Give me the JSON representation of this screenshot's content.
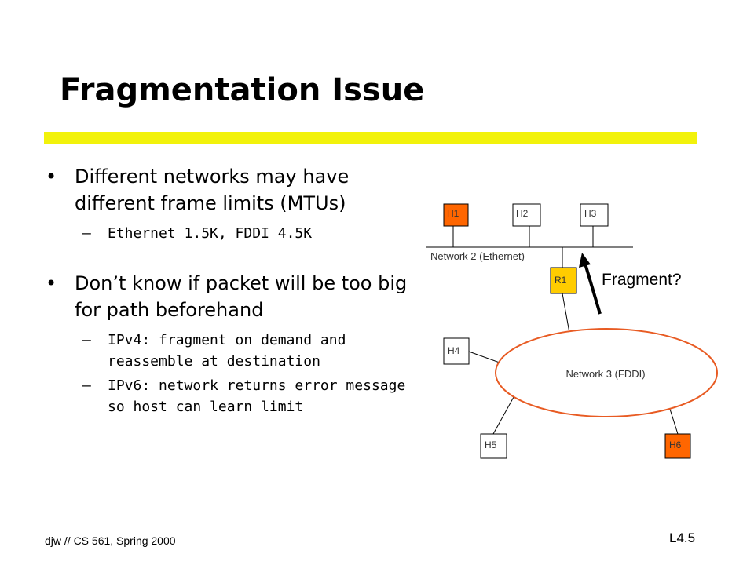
{
  "slide": {
    "title": "Fragmentation Issue",
    "accent_color": "#f2f20b",
    "bullets": [
      {
        "text": "Different networks may have different frame limits (MTUs)",
        "subs": [
          "Ethernet 1.5K, FDDI 4.5K"
        ]
      },
      {
        "text": "Don’t know if packet will be too big for path beforehand",
        "subs": [
          "IPv4: fragment on demand and reassemble at destination",
          "IPv6: network returns error message so host can learn limit"
        ]
      }
    ],
    "bullet_glyph": "•",
    "sub_glyph": "–"
  },
  "diagram": {
    "hosts": {
      "h1": "H1",
      "h2": "H2",
      "h3": "H3",
      "r1": "R1",
      "h4": "H4",
      "h5": "H5",
      "h6": "H6"
    },
    "network2_label": "Network 2 (Ethernet)",
    "network3_label": "Network 3 (FDDI)",
    "fragment_label": "Fragment?",
    "colors": {
      "host_orange": "#ff6600",
      "router_yellow": "#ffcc00",
      "fddi_ring": "#e85b23",
      "box_border": "#000000"
    }
  },
  "footer": {
    "left": "djw // CS 561, Spring 2000",
    "right": "L4.5"
  }
}
